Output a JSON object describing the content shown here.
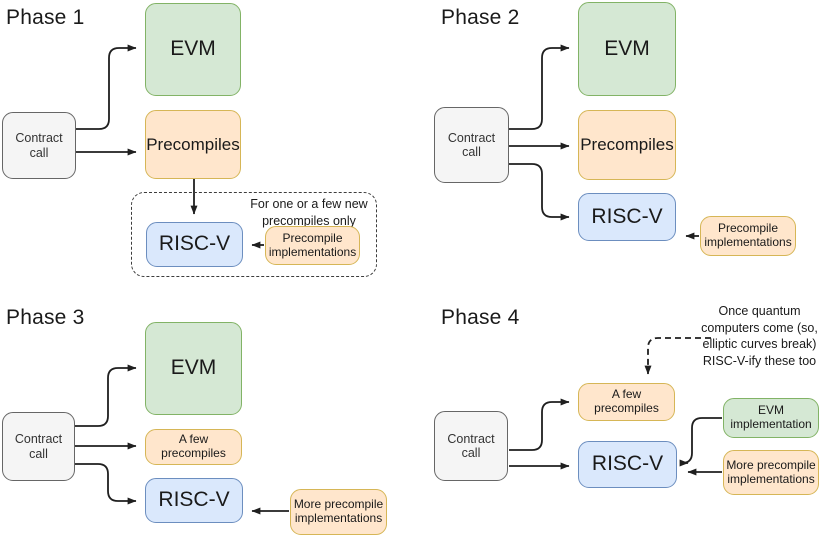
{
  "diagram": {
    "title_prefix": "Phase",
    "colors": {
      "green_fill": "#d5e8d4",
      "green_stroke": "#82b366",
      "orange_fill": "#ffe6cc",
      "orange_stroke": "#d6b656",
      "blue_fill": "#dae8fc",
      "blue_stroke": "#6c8ebf",
      "gray_fill": "#f5f5f5",
      "gray_stroke": "#666666",
      "arrow": "#1f1f1f",
      "background": "#ffffff"
    }
  },
  "phases": [
    {
      "title": "Phase 1",
      "nodes": {
        "contract_call": "Contract\ncall",
        "evm": "EVM",
        "precompiles": "Precompiles",
        "riscv": "RISC-V",
        "precompile_implementations": "Precompile\nimplementations"
      },
      "annotations": {
        "group_note": "For one or a few new\nprecompiles only"
      }
    },
    {
      "title": "Phase 2",
      "nodes": {
        "contract_call": "Contract\ncall",
        "evm": "EVM",
        "precompiles": "Precompiles",
        "riscv": "RISC-V",
        "precompile_implementations": "Precompile\nimplementations"
      }
    },
    {
      "title": "Phase 3",
      "nodes": {
        "contract_call": "Contract\ncall",
        "evm": "EVM",
        "a_few_precompiles": "A few\nprecompiles",
        "riscv": "RISC-V",
        "more_precompile_implementations": "More precompile\nimplementations"
      }
    },
    {
      "title": "Phase 4",
      "nodes": {
        "contract_call": "Contract\ncall",
        "a_few_precompiles": "A few\nprecompiles",
        "riscv": "RISC-V",
        "evm_implementation": "EVM\nimplementation",
        "more_precompile_implementations": "More precompile\nimplementations"
      },
      "annotations": {
        "quantum_note": "Once quantum\ncomputers come (so,\nelliptic curves break)\nRISC-V-ify these too"
      }
    }
  ]
}
